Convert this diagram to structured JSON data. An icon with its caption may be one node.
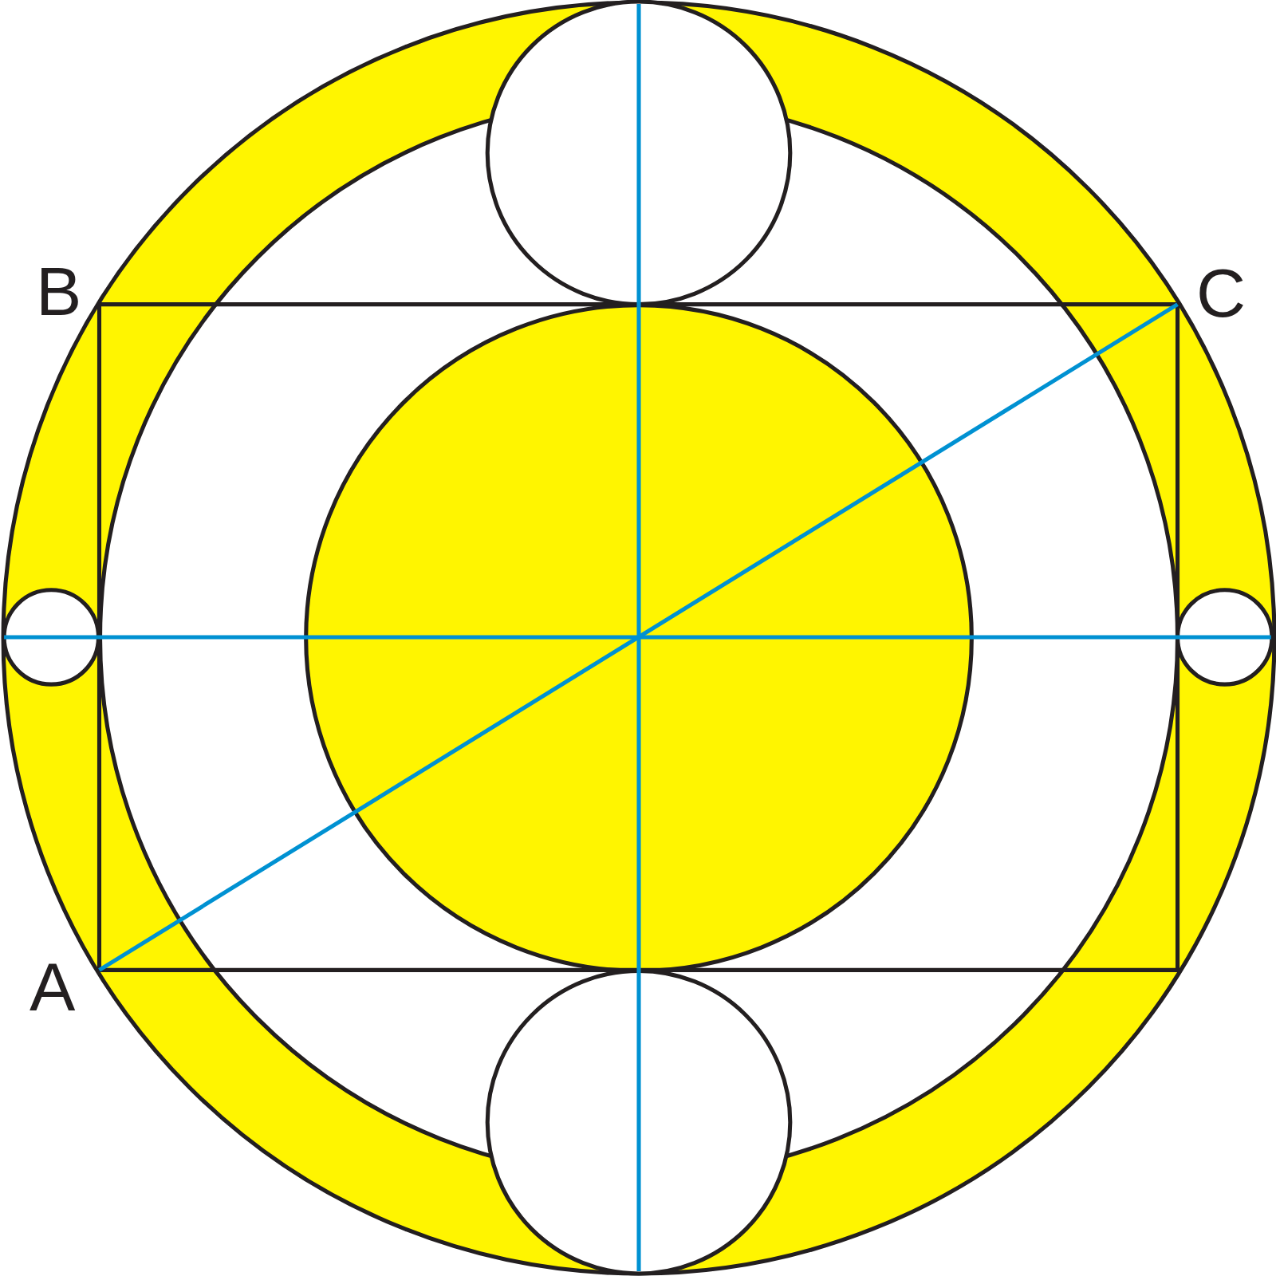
{
  "diagram": {
    "labels": [
      "B",
      "C",
      "A"
    ]
  }
}
